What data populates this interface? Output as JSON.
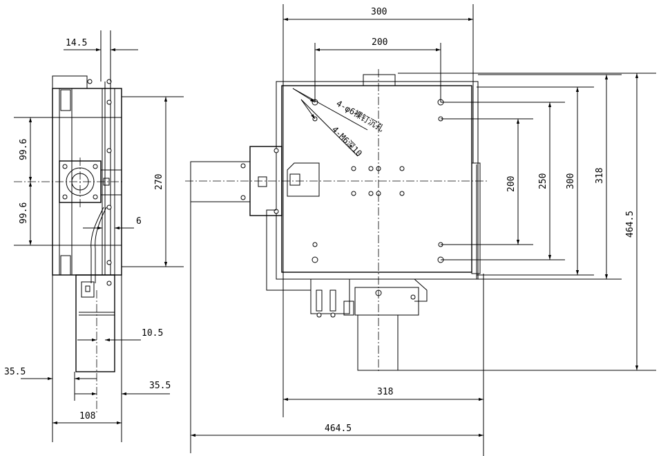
{
  "drawing": {
    "side_view": {
      "dims": {
        "d_14_5": "14.5",
        "d_99_6_top": "99.6",
        "d_99_6_bot": "99.6",
        "d_270": "270",
        "d_6": "6",
        "d_10_5": "10.5",
        "d_35_5_left": "35.5",
        "d_35_5_right": "35.5",
        "d_108": "108"
      }
    },
    "front_view": {
      "dims": {
        "d_300_top": "300",
        "d_200_top": "200",
        "d_200_right": "200",
        "d_250_right": "250",
        "d_300_right": "300",
        "d_318_right": "318",
        "d_464_5_right": "464.5",
        "d_318_bottom": "318",
        "d_464_5_bottom": "464.5"
      },
      "notes": {
        "counterbore": "4-φ6裸钉沉孔",
        "tapped": "4-M6深10"
      }
    }
  }
}
